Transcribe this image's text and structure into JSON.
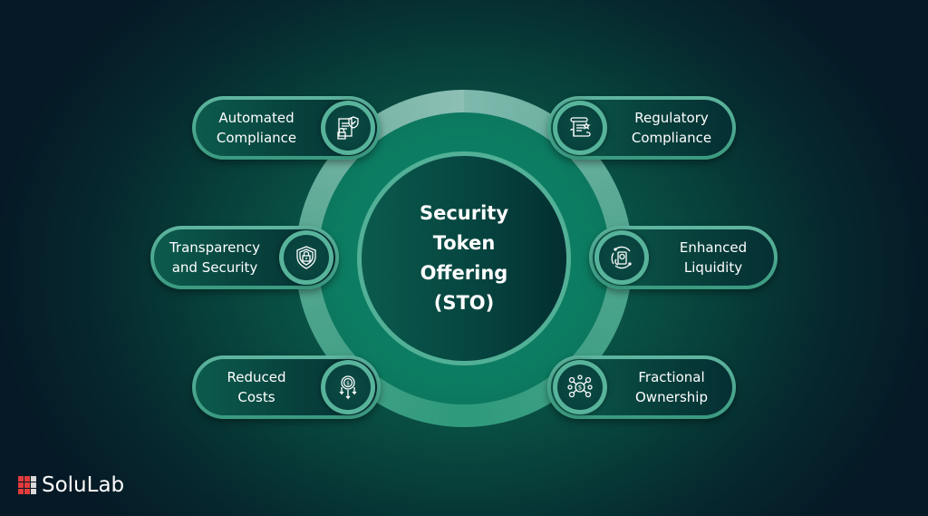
{
  "center": {
    "lines": [
      "Security",
      "Token",
      "Offering",
      "(STO)"
    ]
  },
  "features": [
    {
      "id": "automated-compliance",
      "lines": [
        "Automated",
        "Compliance"
      ],
      "icon": "compliance-document-shield-lock-icon",
      "side": "left"
    },
    {
      "id": "regulatory-compliance",
      "lines": [
        "Regulatory",
        "Compliance"
      ],
      "icon": "regulation-scroll-icon",
      "side": "right"
    },
    {
      "id": "transparency-and-security",
      "lines": [
        "Transparency",
        "and Security"
      ],
      "icon": "shield-lock-icon",
      "side": "left"
    },
    {
      "id": "enhanced-liquidity",
      "lines": [
        "Enhanced",
        "Liquidity"
      ],
      "icon": "hand-coin-cycle-icon",
      "side": "right"
    },
    {
      "id": "reduced-costs",
      "lines": [
        "Reduced",
        "Costs"
      ],
      "icon": "dollar-down-arrows-icon",
      "side": "left"
    },
    {
      "id": "fractional-ownership",
      "lines": [
        "Fractional",
        "Ownership"
      ],
      "icon": "dollar-network-icon",
      "side": "right"
    }
  ],
  "brand": {
    "name": "SoluLab"
  },
  "colors": {
    "background_center": "#0c6a55",
    "background_edge": "#051a26",
    "ring_light": "#7fb9ad",
    "ring_mid": "#2f9a7c",
    "pill_border": "#5fb59f",
    "pill_fill": "#073f3b",
    "brand_red": "#e23b3b",
    "text": "#ffffff"
  }
}
